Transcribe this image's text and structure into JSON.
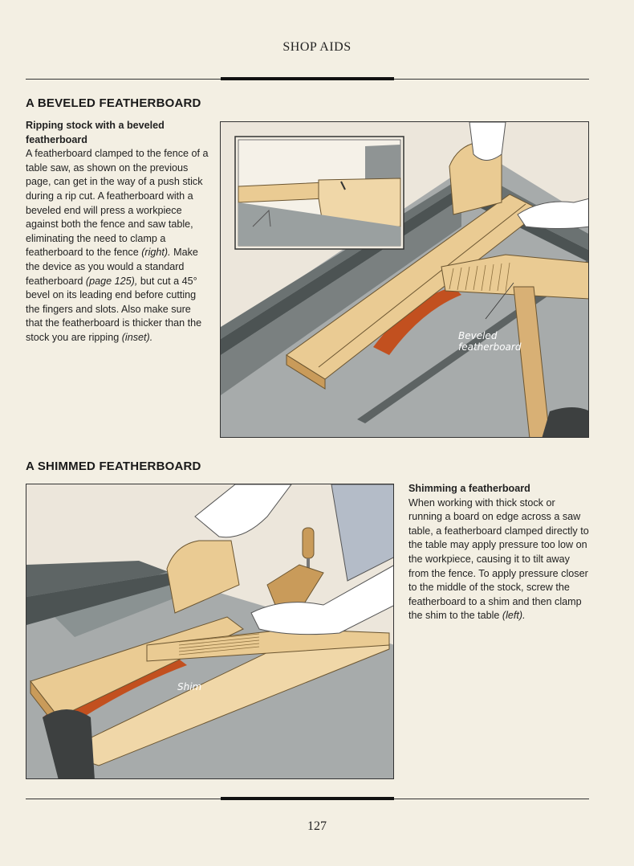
{
  "header": {
    "running_head": "SHOP AIDS"
  },
  "section1": {
    "title": "A BEVELED FEATHERBOARD",
    "caption_title": "Ripping stock with a beveled featherboard",
    "caption_p1": "A featherboard clamped to the fence of a table saw, as shown on the previous page, can get in the way of a push stick during a rip cut. A featherboard with a beveled end will press a workpiece against both the fence and saw table, eliminating the need to clamp a featherboard to the fence ",
    "caption_ref1": "(right).",
    "caption_p2": " Make the device as you would a standard featherboard ",
    "caption_ref2": "(page 125),",
    "caption_p3": " but cut a 45° bevel on its leading end before cutting the fingers and slots. Also make sure that the featherboard is thicker than the stock you are ripping ",
    "caption_ref3": "(inset).",
    "callout_line1": "Beveled",
    "callout_line2": "featherboard"
  },
  "section2": {
    "title": "A SHIMMED FEATHERBOARD",
    "caption_title": "Shimming a featherboard",
    "caption_p1": "When working with thick stock or running a board on edge across a saw table, a featherboard clamped directly to the table may apply pressure too low on the workpiece, causing it to tilt away from the fence. To apply pressure closer to the middle of the stock, screw the featherboard to a shim and then clamp the shim to the table ",
    "caption_ref1": "(left).",
    "callout": "Shim"
  },
  "footer": {
    "page_number": "127"
  },
  "colors": {
    "page": "#f3efe3",
    "wood": "#e9c98f",
    "wood_dark": "#c99b5a",
    "table_gray": "#8f9494",
    "fence_dark": "#4c5353",
    "blade_red": "#c2501f"
  }
}
